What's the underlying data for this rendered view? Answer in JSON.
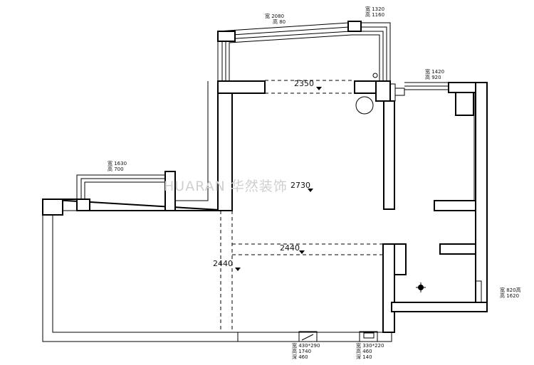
{
  "watermark": "HUARAN 华然装饰",
  "ceiling_heights": {
    "top_room": "2350",
    "main_hall": "2730",
    "lower_beam": "2440",
    "left_beam": "2440"
  },
  "window_notes": {
    "top_left_1": "宽 2080",
    "top_left_2": "高 80",
    "top_right_1": "宽 1320",
    "top_right_2": "高 1160",
    "right_upper_1": "宽 1420",
    "right_upper_2": "高 920",
    "left_1": "宽 1630",
    "left_2": "高 700",
    "right_lower_1": "宽 820高",
    "right_lower_2": "高 1620",
    "bottom_left_1": "宽 430*290",
    "bottom_left_2": "高 1740",
    "bottom_left_3": "深 460",
    "bottom_mid_1": "宽 330*220",
    "bottom_mid_2": "高 460",
    "bottom_mid_3": "深 140"
  }
}
